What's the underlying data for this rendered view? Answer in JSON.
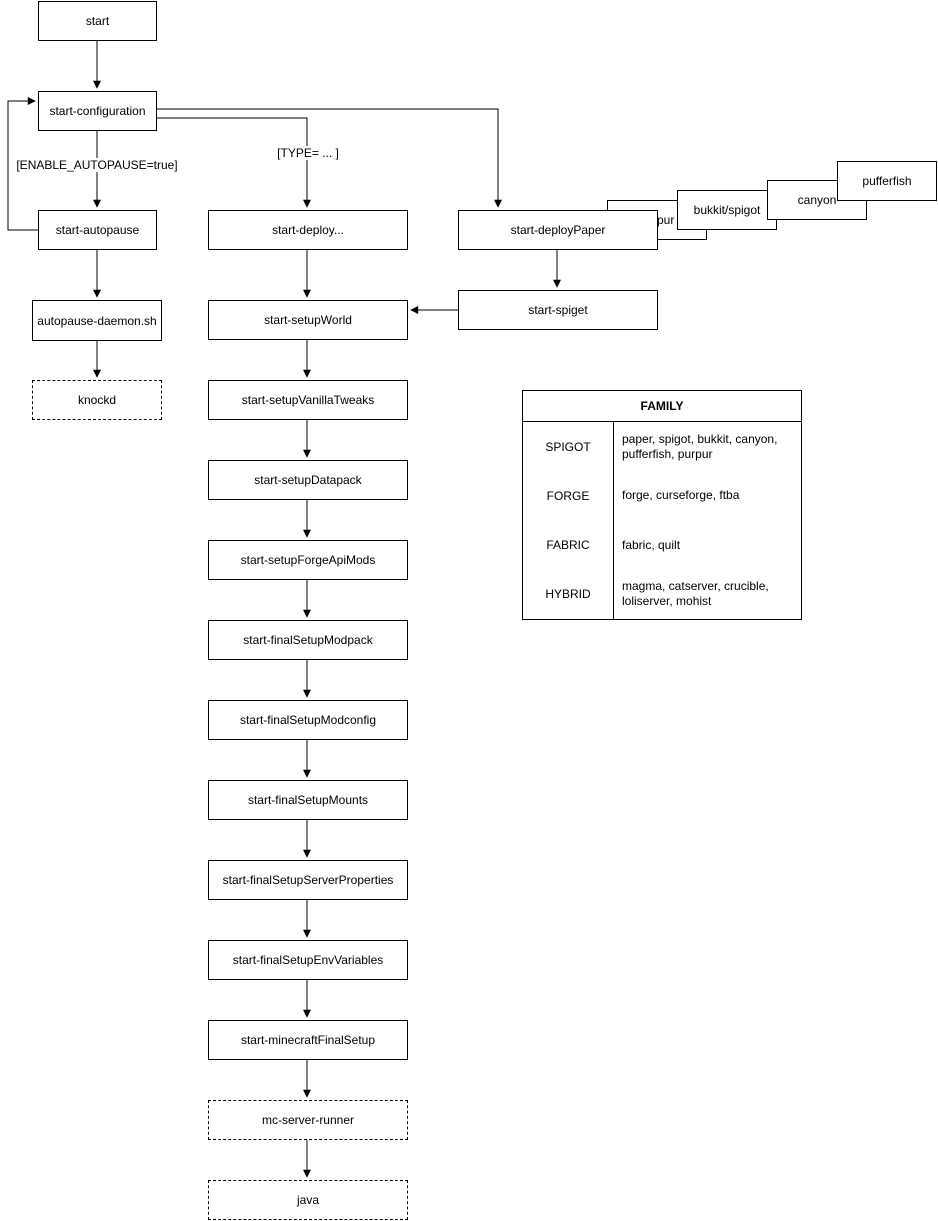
{
  "diagram": {
    "nodes": {
      "start": "start",
      "start_configuration": "start-configuration",
      "start_autopause": "start-autopause",
      "autopause_daemon": "autopause-daemon.sh",
      "knockd": "knockd",
      "start_deploy": "start-deploy...",
      "start_deploy_paper": "start-deployPaper",
      "purpur": "purpur",
      "bukkit_spigot": "bukkit/spigot",
      "canyon": "canyon",
      "pufferfish": "pufferfish",
      "start_spiget": "start-spiget",
      "start_setup_world": "start-setupWorld",
      "start_setup_vanilla_tweaks": "start-setupVanillaTweaks",
      "start_setup_datapack": "start-setupDatapack",
      "start_setup_forge_api_mods": "start-setupForgeApiMods",
      "start_final_setup_modpack": "start-finalSetupModpack",
      "start_final_setup_modconfig": "start-finalSetupModconfig",
      "start_final_setup_mounts": "start-finalSetupMounts",
      "start_final_setup_server_properties": "start-finalSetupServerProperties",
      "start_final_setup_env_variables": "start-finalSetupEnvVariables",
      "start_minecraft_final_setup": "start-minecraftFinalSetup",
      "mc_server_runner": "mc-server-runner",
      "java": "java"
    },
    "edge_labels": {
      "enable_autopause": "[ENABLE_AUTOPAUSE=true]",
      "type": "[TYPE= ... ]"
    }
  },
  "family_table": {
    "title": "FAMILY",
    "rows": [
      {
        "name": "SPIGOT",
        "members": "paper, spigot, bukkit, canyon, pufferfish, purpur"
      },
      {
        "name": "FORGE",
        "members": "forge, curseforge, ftba"
      },
      {
        "name": "FABRIC",
        "members": "fabric, quilt"
      },
      {
        "name": "HYBRID",
        "members": "magma, catserver, crucible, loliserver, mohist"
      }
    ]
  },
  "colors": {
    "background": "#ffffff",
    "node_border": "#000000",
    "text": "#000000"
  }
}
